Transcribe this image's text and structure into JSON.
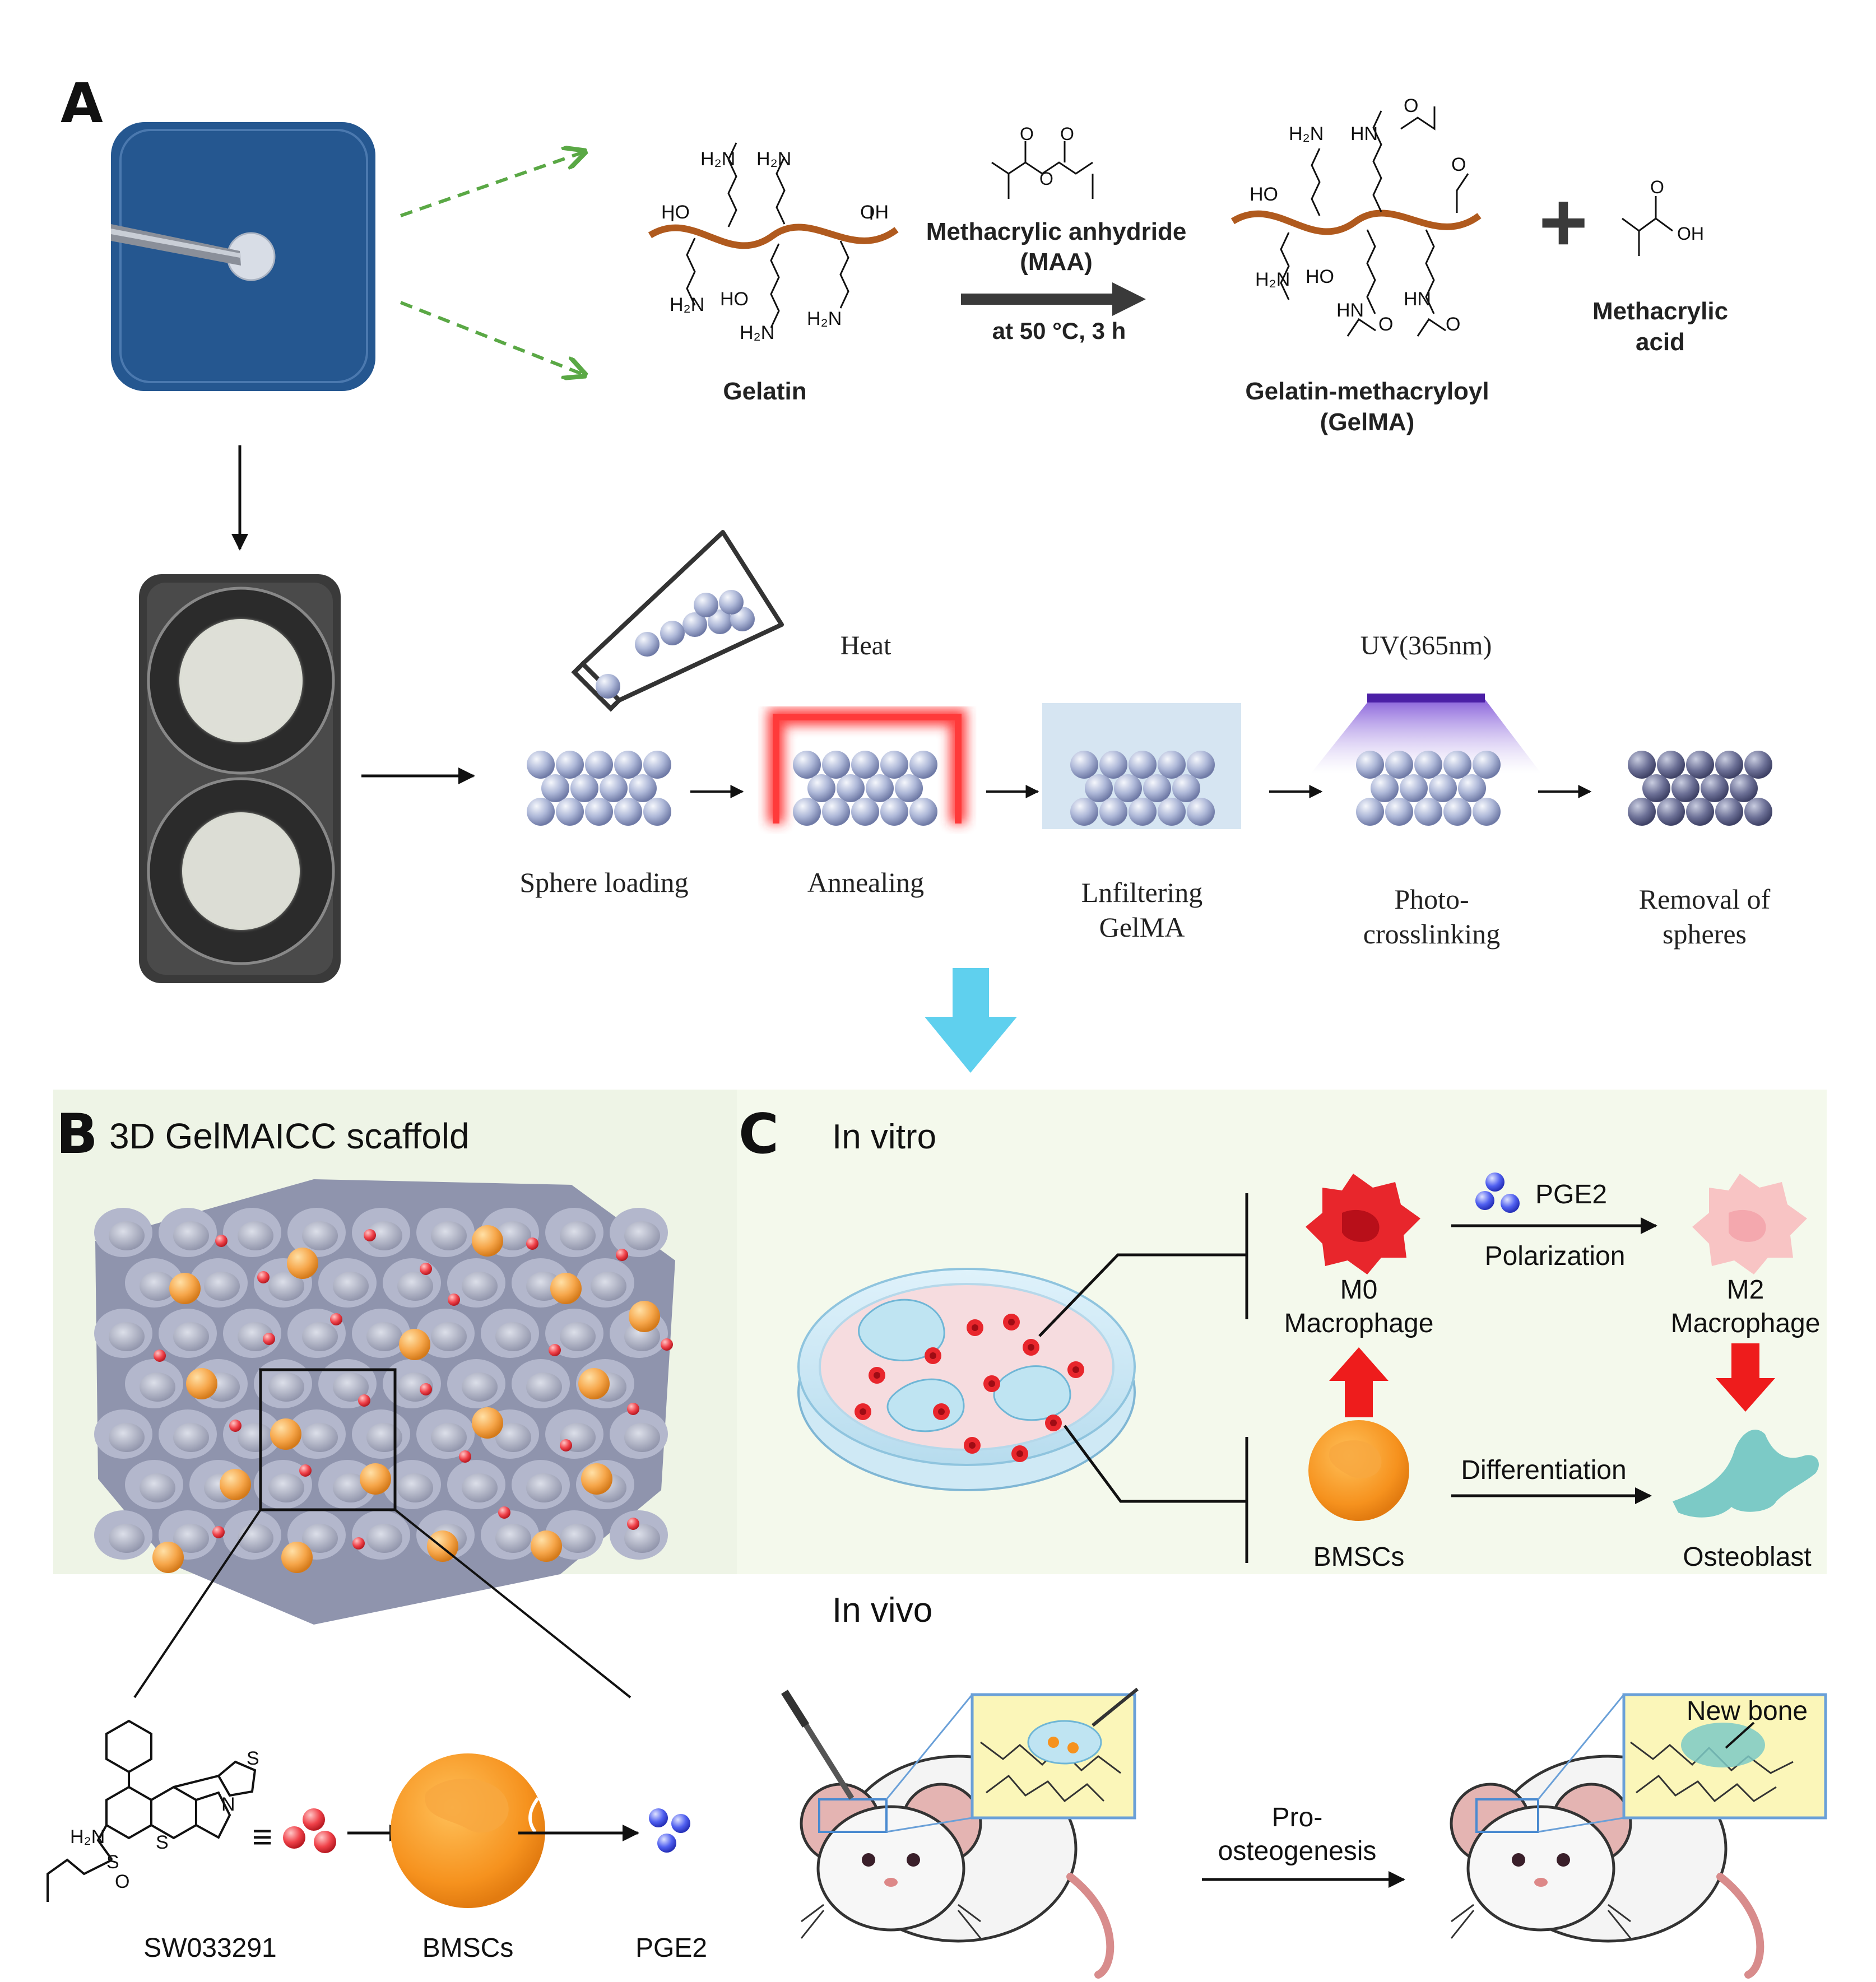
{
  "panels": {
    "a": "A",
    "b": "B",
    "c": "C"
  },
  "synthesis": {
    "reagent": "Methacrylic anhydride",
    "reagent_abbr": "(MAA)",
    "condition": "at 50 °C, 3 h",
    "gelatin": "Gelatin",
    "product": "Gelatin-methacryloyl",
    "product_abbr": "(GelMA)",
    "byproduct_1": "Methacrylic",
    "byproduct_2": "acid",
    "plus": "+"
  },
  "chem": {
    "h2n": "H₂N",
    "ho": "HO",
    "oh": "OH",
    "hn": "HN",
    "o": "O",
    "n": "N",
    "s": "S",
    "eq": "≡"
  },
  "fabrication": {
    "heat": "Heat",
    "uv": "UV(365nm)",
    "steps": [
      {
        "line1": "Sphere loading",
        "line2": ""
      },
      {
        "line1": "Annealing",
        "line2": ""
      },
      {
        "line1": "Lnfiltering",
        "line2": "GelMA"
      },
      {
        "line1": "Photo-",
        "line2": "crosslinking"
      },
      {
        "line1": "Removal of",
        "line2": "spheres"
      }
    ]
  },
  "scaffold": {
    "title": "3D GelMAICC scaffold",
    "molecule": "SW033291",
    "cell": "BMSCs",
    "product": "PGE2"
  },
  "mechanism": {
    "in_vitro": "In vitro",
    "in_vivo": "In vivo",
    "m0_1": "M0",
    "m0_2": "Macrophage",
    "m2_1": "M2",
    "m2_2": "Macrophage",
    "pge2": "PGE2",
    "polarization": "Polarization",
    "bmscs": "BMSCs",
    "differentiation": "Differentiation",
    "osteoblast": "Osteoblast",
    "pro_1": "Pro-",
    "pro_2": "osteogenesis",
    "new_bone": "New bone"
  },
  "colors": {
    "green_arrow": "#5aa845",
    "cyan_arrow": "#5fd0ee",
    "red_arrow": "#ee1c1c",
    "heat": "#ff2a2a",
    "uv": "#4b1fa6",
    "bmsc": "#f7961e",
    "panel_c_bg": "#f4f9ec",
    "scaffold_bg": "#eef4e6"
  }
}
